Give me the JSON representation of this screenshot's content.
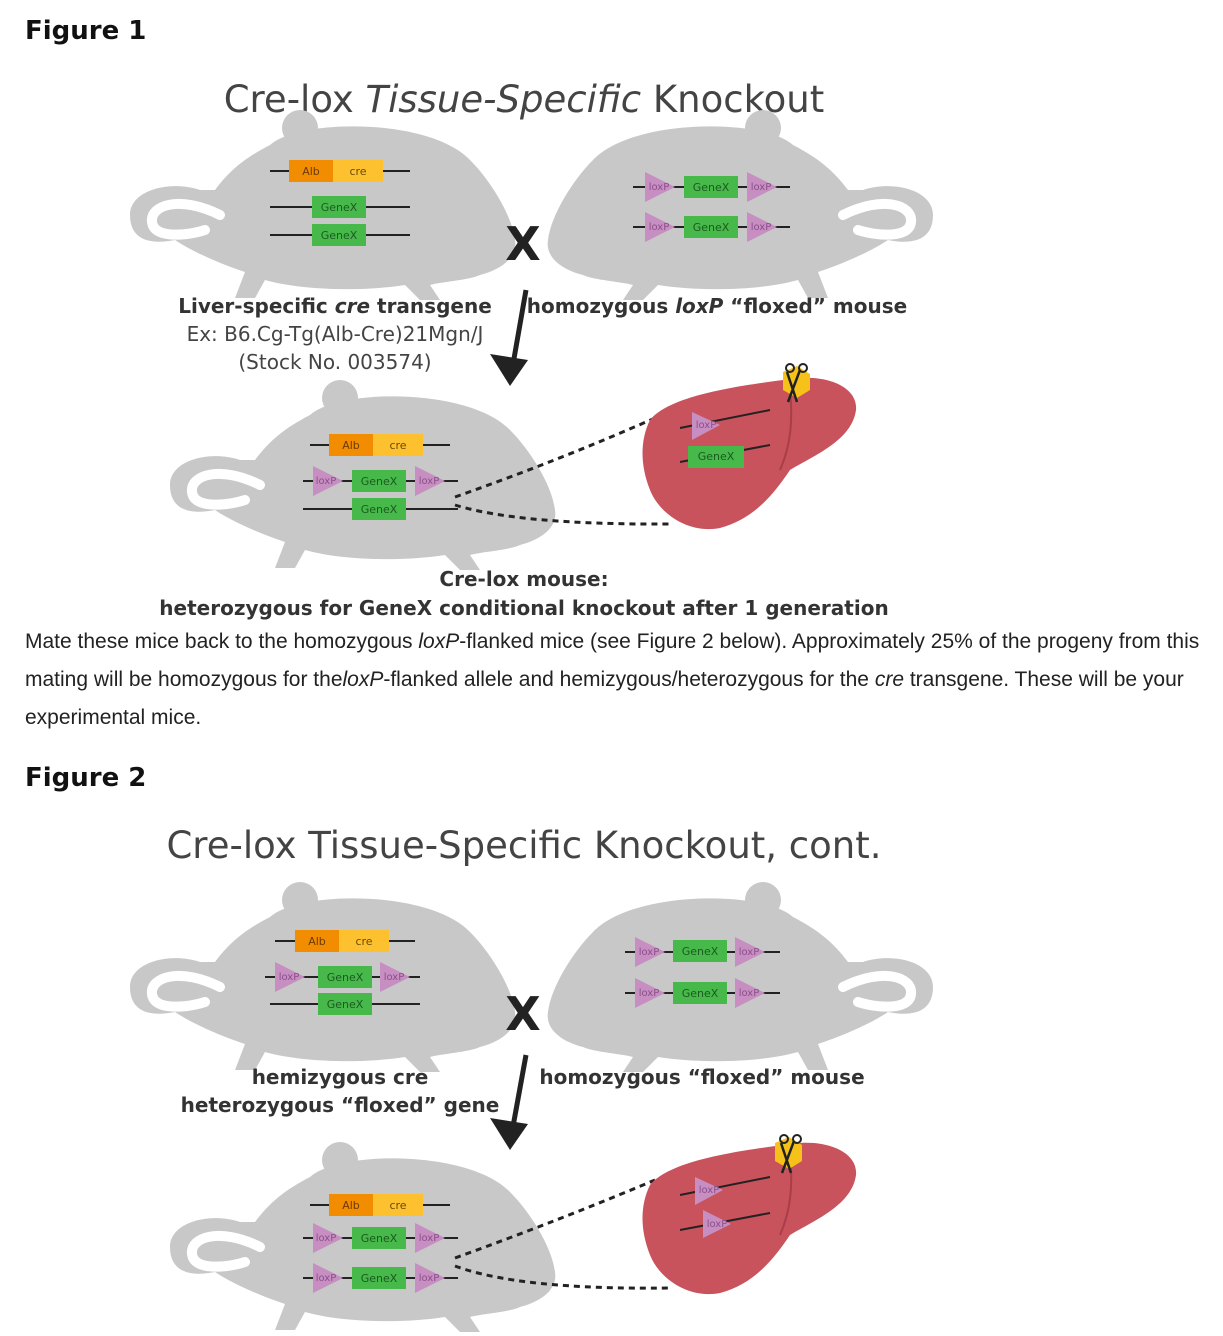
{
  "figure1": {
    "heading": "Figure 1",
    "title_plain": "Cre-lox ",
    "title_italic": "Tissue-Specific",
    "title_end": " Knockout",
    "cross_symbol": "X",
    "left_label_part1": "Liver-specific ",
    "left_label_italic": "cre",
    "left_label_part2": " transgene",
    "left_example": "Ex: B6.Cg-Tg(Alb-Cre)21Mgn/J",
    "left_stock": "(Stock No. 003574)",
    "right_label_part1": "homozygous ",
    "right_label_italic": "loxP",
    "right_label_part2": " “floxed” mouse",
    "result_line1": "Cre-lox mouse:",
    "result_line2": "heterozygous for GeneX conditional knockout after 1 generation"
  },
  "figure2": {
    "heading": "Figure 2",
    "title": "Cre-lox Tissue-Specific Knockout, cont.",
    "cross_symbol": "X",
    "left_label_line1": "hemizygous cre",
    "left_label_line2": "heterozygous “floxed” gene",
    "right_label": "homozygous “floxed” mouse"
  },
  "caption": {
    "p1": "Mate these mice back to the homozygous ",
    "p1_italic": "loxP",
    "p2": "-flanked mice (see Figure 2 below). Approximately 25% of the progeny from this mating will be homozygous for the",
    "p2_italic": "loxP",
    "p3": "-flanked allele and hemizygous/heterozygous for the ",
    "p3_italic": "cre",
    "p4": " transgene. These will be your experimental mice."
  },
  "gene_labels": {
    "alb": "Alb",
    "cre": "cre",
    "genex": "GeneX",
    "loxp": "loxP"
  },
  "colors": {
    "mouse": "#c8c8c8",
    "alb": "#f28c00",
    "cre": "#fdc02f",
    "genex": "#46b94a",
    "loxp": "#c78ec2",
    "liver": "#c9535d",
    "gallbladder": "#f6c21a"
  }
}
